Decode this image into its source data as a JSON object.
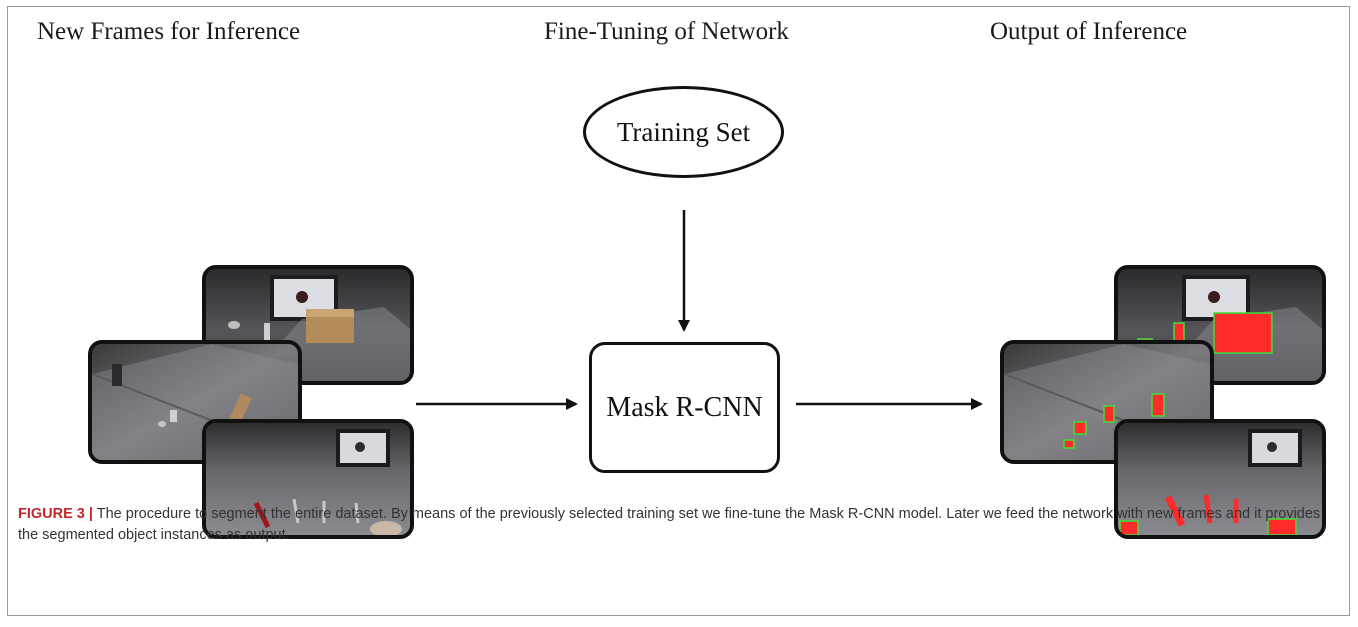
{
  "headings": {
    "left": "New Frames for Inference",
    "middle": "Fine-Tuning of Network",
    "right": "Output of Inference"
  },
  "nodes": {
    "training_set": "Training Set",
    "model": "Mask R-CNN"
  },
  "caption": {
    "label": "FIGURE 3 |",
    "text": " The procedure to segment the entire dataset. By means of the previously selected training set we fine-tune the Mask R-CNN model. Later we feed the network with new frames and it provides the segmented object instances as output."
  },
  "colors": {
    "mask": "#ff2a2a",
    "box_outline": "#3adf3a",
    "label_red": "#c1272d"
  }
}
